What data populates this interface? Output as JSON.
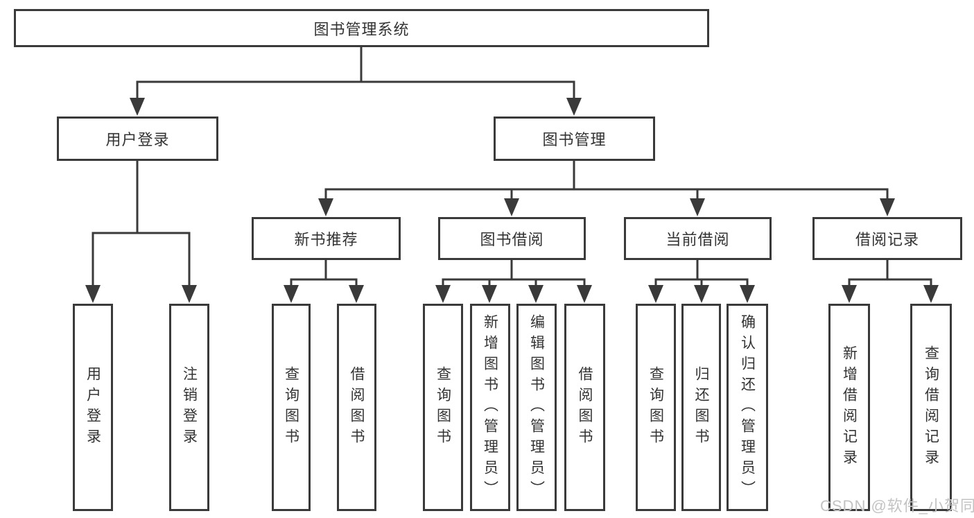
{
  "tree": {
    "label": "图书管理系统",
    "children": [
      {
        "label": "用户登录",
        "children": [
          {
            "label": "用户登录"
          },
          {
            "label": "注销登录"
          }
        ]
      },
      {
        "label": "图书管理",
        "children": [
          {
            "label": "新书推荐",
            "children": [
              {
                "label": "查询图书"
              },
              {
                "label": "借阅图书"
              }
            ]
          },
          {
            "label": "图书借阅",
            "children": [
              {
                "label": "查询图书"
              },
              {
                "label": "新增图书（管理员）"
              },
              {
                "label": "编辑图书（管理员）"
              },
              {
                "label": "借阅图书"
              }
            ]
          },
          {
            "label": "当前借阅",
            "children": [
              {
                "label": "查询图书"
              },
              {
                "label": "归还图书"
              },
              {
                "label": "确认归还（管理员）"
              }
            ]
          },
          {
            "label": "借阅记录",
            "children": [
              {
                "label": "新增借阅记录"
              },
              {
                "label": "查询借阅记录"
              }
            ]
          }
        ]
      }
    ]
  },
  "watermark": "CSDN @软件_小贺同学",
  "colors": {
    "line": "#3a3a3a",
    "text": "#333333",
    "box_background": "#ffffff",
    "watermark": "#c3c3c3"
  }
}
